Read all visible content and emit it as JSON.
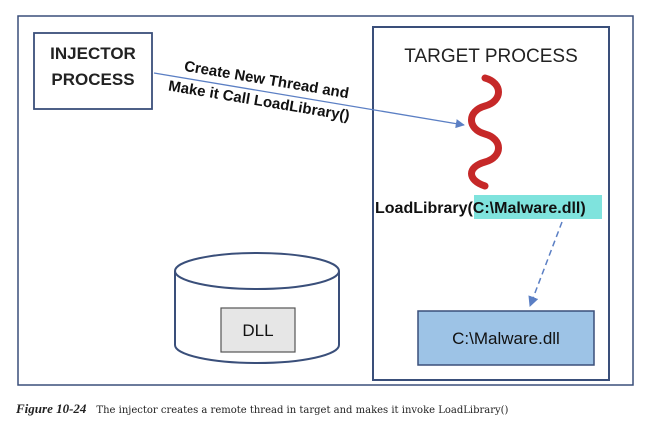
{
  "diagram": {
    "injector_process": {
      "line1": "INJECTOR",
      "line2": "PROCESS"
    },
    "target_process": {
      "title": "TARGET PROCESS"
    },
    "thread_label": {
      "line1": "Create New Thread and",
      "line2": "Make it Call LoadLibrary()"
    },
    "loadlibrary_call": {
      "prefix": "LoadLibrary(",
      "argument": "C:\\Malware.dll",
      "suffix": ")"
    },
    "loaded_module": {
      "label": "C:\\Malware.dll"
    },
    "dll": {
      "label": "DLL"
    }
  },
  "caption": {
    "figure_label": "Figure 10-24",
    "text": "The injector creates a remote thread in target and makes it invoke LoadLibrary()"
  },
  "colors": {
    "frame": "#3a4f7a",
    "thread_squiggle": "#c62828",
    "arrow": "#5b7fc4",
    "highlight": "#7fe3dd",
    "module_fill": "#9dc3e6"
  }
}
